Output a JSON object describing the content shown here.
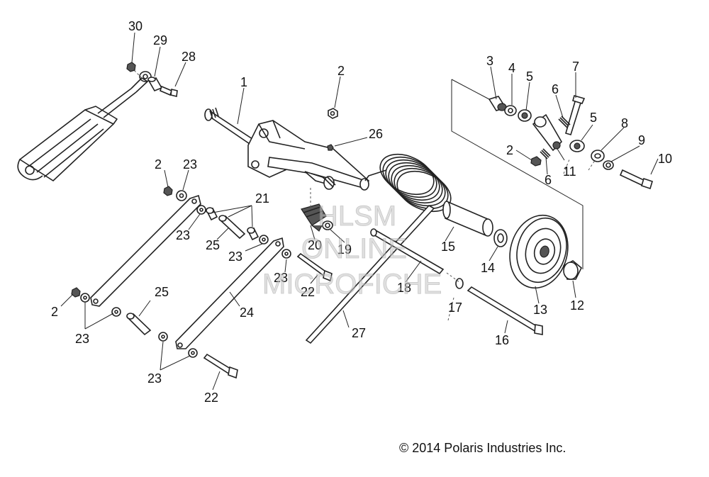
{
  "watermark": {
    "line1": "HLSM",
    "line2": "ONLINE",
    "line3": "MICROFICHE"
  },
  "copyright": "© 2014 Polaris Industries Inc.",
  "callouts": {
    "c30": "30",
    "c29": "29",
    "c28": "28",
    "c1": "1",
    "c2a": "2",
    "c26": "26",
    "c3": "3",
    "c4": "4",
    "c5a": "5",
    "c7": "7",
    "c6a": "6",
    "c5b": "5",
    "c8": "8",
    "c9": "9",
    "c10": "10",
    "c2b": "2",
    "c11": "11",
    "c6b": "6",
    "c2c": "2",
    "c23a": "23",
    "c21": "21",
    "c23b": "23",
    "c25a": "25",
    "c23c": "23",
    "c20": "20",
    "c19": "19",
    "c15": "15",
    "c14": "14",
    "c23d": "23",
    "c22a": "22",
    "c18": "18",
    "c12": "12",
    "c13": "13",
    "c17": "17",
    "c2d": "2",
    "c25b": "25",
    "c24": "24",
    "c23e": "23",
    "c27": "27",
    "c16": "16",
    "c23f": "23",
    "c22b": "22"
  }
}
